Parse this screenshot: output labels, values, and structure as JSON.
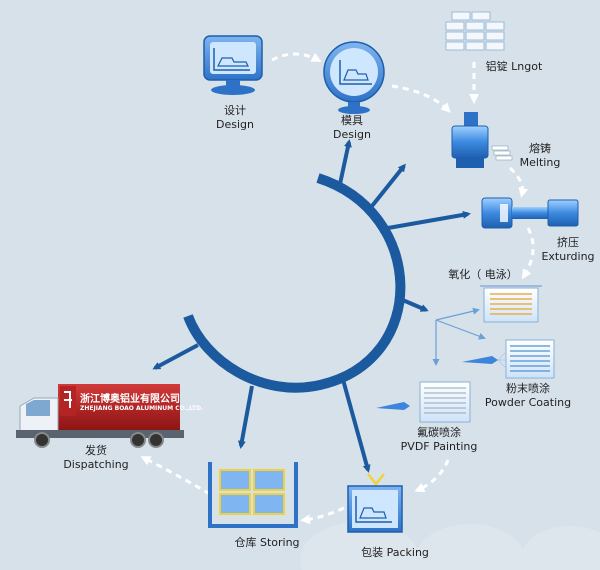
{
  "nodes": {
    "design": {
      "cn": "设计",
      "en": "Design",
      "icon": "monitor-icon"
    },
    "mold": {
      "cn": "模具",
      "en": "Design",
      "icon": "globe-monitor-icon"
    },
    "ingot": {
      "cn": "铝锭",
      "en": "Lngot",
      "icon": "ingot-stack-icon"
    },
    "melting": {
      "cn": "熔铸",
      "en": "Melting",
      "icon": "furnace-icon"
    },
    "extruding": {
      "cn": "挤压",
      "en": "Exturding",
      "icon": "extrusion-press-icon"
    },
    "oxidation": {
      "label": "氧化（ 电泳）",
      "icon": "tank-icon"
    },
    "powder": {
      "cn": "粉末喷涂",
      "en": "Powder Coating",
      "icon": "spray-gun-icon"
    },
    "pvdf": {
      "cn": "氟碳喷涂",
      "en": "PVDF Painting",
      "icon": "spray-gun-icon"
    },
    "packing": {
      "text": "包装 Packing",
      "icon": "package-icon"
    },
    "storing": {
      "text": "仓库 Storing",
      "icon": "warehouse-icon"
    },
    "dispatching": {
      "cn": "发货",
      "en": "Dispatching",
      "icon": "truck-icon"
    }
  },
  "truck": {
    "company_cn": "浙江博奥铝业有限公司",
    "company_en": "ZHEJIANG BOAO ALUMINUM CO.,LTD."
  },
  "colors": {
    "background": "#d7e1ea",
    "arc": "#1c5aa0",
    "icon_blue": "#3c84dc",
    "connector": "#ffffff"
  }
}
